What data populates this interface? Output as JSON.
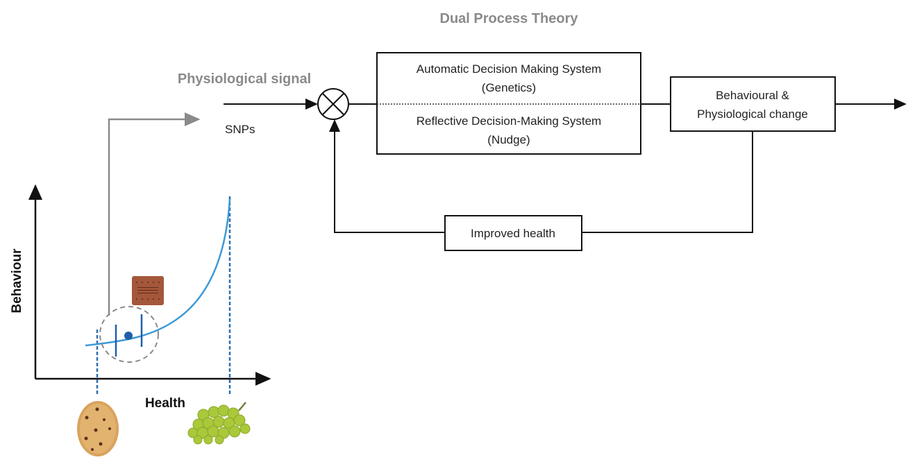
{
  "title": "Dual Process Theory",
  "inputs": {
    "physiological_signal": "Physiological signal",
    "snps": "SNPs"
  },
  "decision_box": {
    "automatic": {
      "line1": "Automatic Decision Making System",
      "line2": "(Genetics)"
    },
    "reflective": {
      "line1": "Reflective Decision-Making System",
      "line2": "(Nudge)"
    }
  },
  "change_box": {
    "line1": "Behavioural &",
    "line2": "Physiological change"
  },
  "feedback_box": {
    "label": "Improved health"
  },
  "graph": {
    "y_label": "Behaviour",
    "x_label": "Health",
    "left_food": "cookie",
    "right_food": "grapes",
    "marker_food": "biscuit"
  },
  "colors": {
    "curve": "#3d9ad6",
    "marker": "#1f5fa8",
    "dashed": "#2a6fb5",
    "title": "#8a8a8a",
    "cookie": "#d9a35e",
    "grapes": "#a9c83a",
    "biscuit": "#a5573b"
  }
}
